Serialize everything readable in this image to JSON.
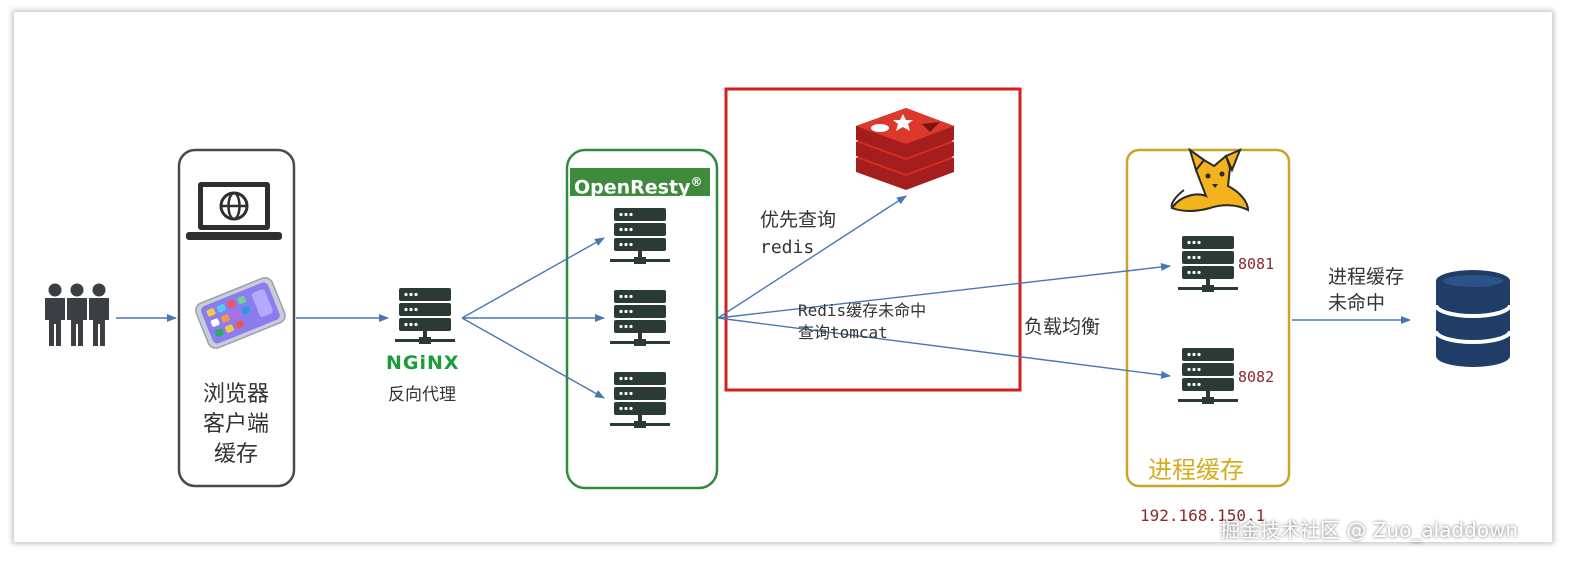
{
  "browser": {
    "line1": "浏览器",
    "line2": "客户端",
    "line3": "缓存"
  },
  "nginx": {
    "logo": "NGiNX",
    "label": "反向代理"
  },
  "openresty": {
    "title": "OpenResty",
    "reg": "®"
  },
  "redis_box": {
    "query_line1": "优先查询",
    "query_line2": "redis",
    "miss_line1": "Redis缓存未命中",
    "miss_line2": "查询tomcat"
  },
  "load_balance": "负载均衡",
  "tomcat": {
    "port1": "8081",
    "port2": "8082",
    "cache_label": "进程缓存",
    "ip": "192.168.150.1"
  },
  "process_miss": {
    "line1": "进程缓存",
    "line2": "未命中"
  },
  "watermark": "掘金技术社区 @ Zuo_aladdown",
  "colors": {
    "arrow": "#4a76b3",
    "browser_border": "#4a4a4a",
    "openresty_border": "#2e8b3e",
    "redis_border": "#d21f1f",
    "tomcat_border": "#c8a427",
    "server": "#2b3a33",
    "database": "#1f3d66"
  }
}
